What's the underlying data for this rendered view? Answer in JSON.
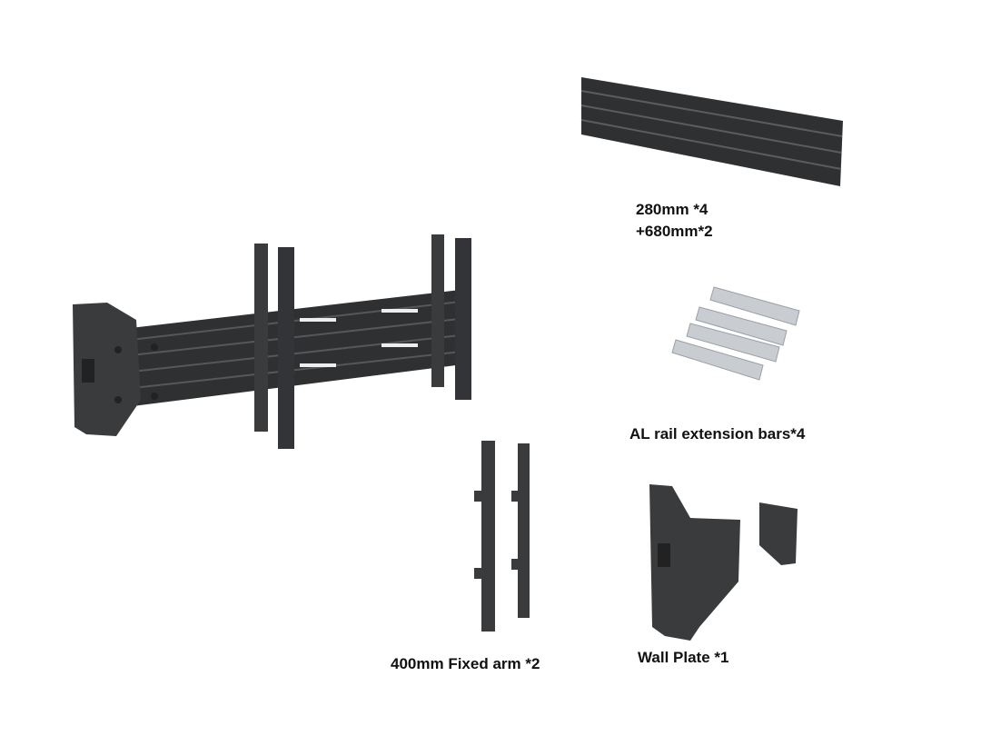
{
  "labels": {
    "rail_line1": "280mm *4",
    "rail_line2": "+680mm*2",
    "extension_bars": "AL rail extension bars*4",
    "fixed_arm": "400mm Fixed arm *2",
    "wall_plate": "Wall Plate *1"
  },
  "colors": {
    "metal_dark": "#3a3b3d",
    "metal_light": "#c9cdd2",
    "text": "#111111"
  }
}
